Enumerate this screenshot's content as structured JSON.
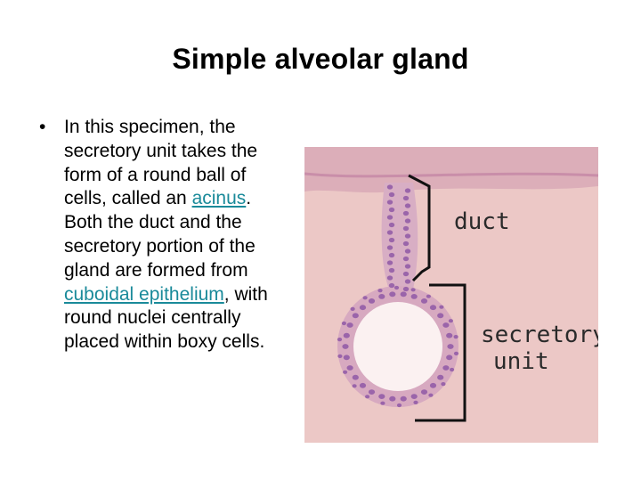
{
  "slide": {
    "title": "Simple alveolar gland",
    "bullet": {
      "marker": "•",
      "text_1": "In this specimen, the secretory unit takes the form of a round ball of cells, called an ",
      "link_1": "acinus",
      "text_2": ".  Both the duct and the secretory portion of the gland are formed from ",
      "link_2": "cuboidal epithelium",
      "text_3": ", with round nuclei centrally placed within boxy cells."
    }
  },
  "figure": {
    "label_duct": "duct",
    "label_secretory_line1": "secretory",
    "label_secretory_line2": "unit",
    "colors": {
      "background": "#ecc8c6",
      "top_epithelium": "#d9a9b6",
      "nuclei": "#8f58a6",
      "bracket": "#111111"
    }
  }
}
